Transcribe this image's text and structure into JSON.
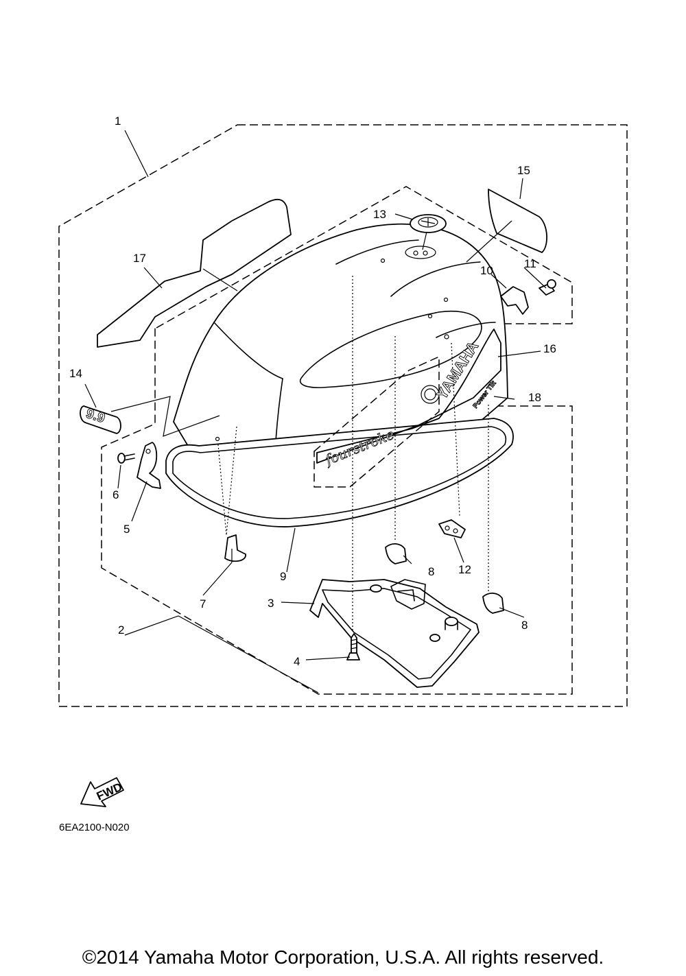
{
  "diagram": {
    "callouts": [
      {
        "label": "1"
      },
      {
        "label": "2"
      },
      {
        "label": "3"
      },
      {
        "label": "4"
      },
      {
        "label": "5"
      },
      {
        "label": "6"
      },
      {
        "label": "7"
      },
      {
        "label": "8"
      },
      {
        "label": "8"
      },
      {
        "label": "9"
      },
      {
        "label": "10"
      },
      {
        "label": "11"
      },
      {
        "label": "12"
      },
      {
        "label": "13"
      },
      {
        "label": "14"
      },
      {
        "label": "15"
      },
      {
        "label": "16"
      },
      {
        "label": "17"
      },
      {
        "label": "18"
      }
    ],
    "decals": {
      "brand": "YAMAHA",
      "stroke_script": "fourstroke",
      "power_tilt": "Power Tilt",
      "model_badge": "9.9"
    },
    "fwd_label": "FWD",
    "reference_code": "6EA2100-N020"
  },
  "footer": {
    "copyright": "©2014 Yamaha Motor Corporation, U.S.A. All rights reserved."
  }
}
